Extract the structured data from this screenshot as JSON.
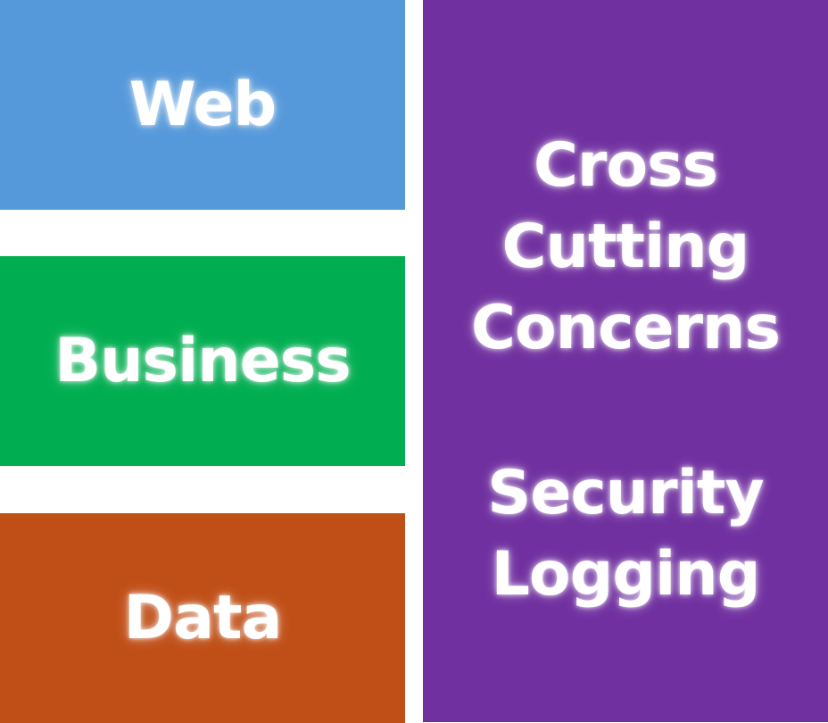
{
  "colors": {
    "web": "#5599db",
    "business": "#00ae51",
    "data": "#c04f17",
    "cross_cutting": "#7030a0"
  },
  "layers": [
    {
      "label": "Web"
    },
    {
      "label": "Business"
    },
    {
      "label": "Data"
    }
  ],
  "cross_cutting": {
    "title_lines": [
      "Cross",
      "Cutting",
      "Concerns"
    ],
    "items": [
      "Security",
      "Logging"
    ]
  }
}
